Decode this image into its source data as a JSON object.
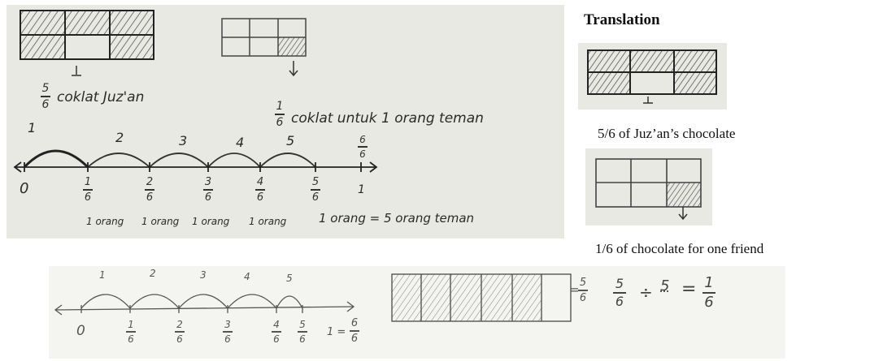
{
  "top_photo": {
    "label_5_6": {
      "numerator": "5",
      "denominator": "6",
      "text": "coklat Juz'an"
    },
    "label_1_6": {
      "numerator": "1",
      "denominator": "6",
      "text": "coklat untuk 1 orang teman"
    },
    "arc_numbers": [
      "1",
      "2",
      "3",
      "4",
      "5"
    ],
    "end_fraction": {
      "numerator": "6",
      "denominator": "6"
    },
    "axis_zero": "0",
    "axis_one": "1",
    "tick_fractions": [
      {
        "numerator": "1",
        "denominator": "6"
      },
      {
        "numerator": "2",
        "denominator": "6"
      },
      {
        "numerator": "3",
        "denominator": "6"
      },
      {
        "numerator": "4",
        "denominator": "6"
      },
      {
        "numerator": "5",
        "denominator": "6"
      }
    ],
    "orang_labels": [
      "1 orang",
      "1 orang",
      "1 orang",
      "1 orang"
    ],
    "summary": "1 orang = 5 orang teman"
  },
  "translation": {
    "heading": "Translation",
    "caption_1": "5/6 of Juz’an’s chocolate",
    "caption_2": "1/6 of chocolate for one friend"
  },
  "bottom_photo": {
    "arc_numbers": [
      "1",
      "2",
      "3",
      "4",
      "5"
    ],
    "axis_zero": "0",
    "tick_fractions": [
      {
        "numerator": "1",
        "denominator": "6"
      },
      {
        "numerator": "2",
        "denominator": "6"
      },
      {
        "numerator": "3",
        "denominator": "6"
      },
      {
        "numerator": "4",
        "denominator": "6"
      },
      {
        "numerator": "5",
        "denominator": "6"
      }
    ],
    "one_equals": "1 =",
    "one_fraction": {
      "numerator": "6",
      "denominator": "6"
    },
    "bar_equals": "=",
    "bar_fraction": {
      "numerator": "5",
      "denominator": "6"
    },
    "eq_fraction_a": {
      "numerator": "5",
      "denominator": "6"
    },
    "eq_divide": "÷",
    "eq_divisor": "5",
    "eq_equals": "=",
    "eq_result": {
      "numerator": "1",
      "denominator": "6"
    }
  },
  "colors": {
    "paper": "#e9e9e4",
    "ink": "#2a2a2a",
    "hatch": "#555555"
  }
}
